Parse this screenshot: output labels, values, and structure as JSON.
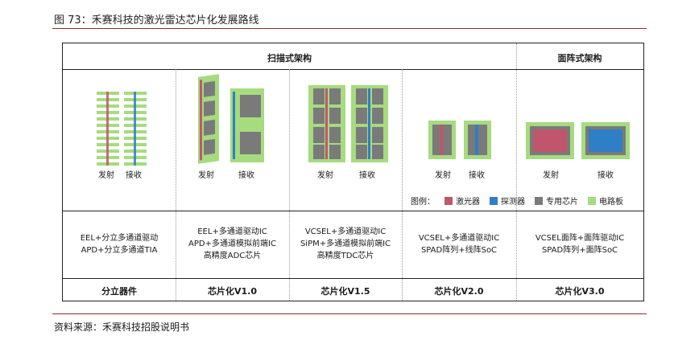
{
  "figure_title": "图 73：禾赛科技的激光雷达芯片化发展路线",
  "headers": {
    "scan": "扫描式架构",
    "array": "面阵式架构"
  },
  "image_labels": {
    "c1_tx": "发射",
    "c1_rx": "接收",
    "c2_tx": "发射",
    "c2_rx": "接收",
    "c3_tx": "发射",
    "c3_rx": "接收",
    "c4_tx": "发射",
    "c4_rx": "接收",
    "c5_tx": "发射",
    "c5_rx": "接收"
  },
  "legend": {
    "title": "图例：",
    "items": [
      {
        "label": "激光器",
        "color": "#c0566b"
      },
      {
        "label": "探测器",
        "color": "#2f7fc6"
      },
      {
        "label": "专用芯片",
        "color": "#7a7a7a"
      },
      {
        "label": "电路板",
        "color": "#a6db7e"
      }
    ]
  },
  "descriptions": [
    [
      "EEL+分立多通道驱动",
      "APD+分立多通道TIA"
    ],
    [
      "EEL+多通道驱动IC",
      "APD+多通道模拟前端IC",
      "高精度ADC芯片"
    ],
    [
      "VCSEL+多通道驱动IC",
      "SiPM+多通道模拟前端IC",
      "高精度TDC芯片"
    ],
    [
      "VCSEL+多通道驱动IC",
      "SPAD阵列+线阵SoC"
    ],
    [
      "VCSEL面阵+面阵驱动IC",
      "SPAD阵列+面阵SoC"
    ]
  ],
  "stages": [
    "分立器件",
    "芯片化V1.0",
    "芯片化V1.5",
    "芯片化V2.0",
    "芯片化V3.0"
  ],
  "source": "资料来源：禾赛科技招股说明书"
}
